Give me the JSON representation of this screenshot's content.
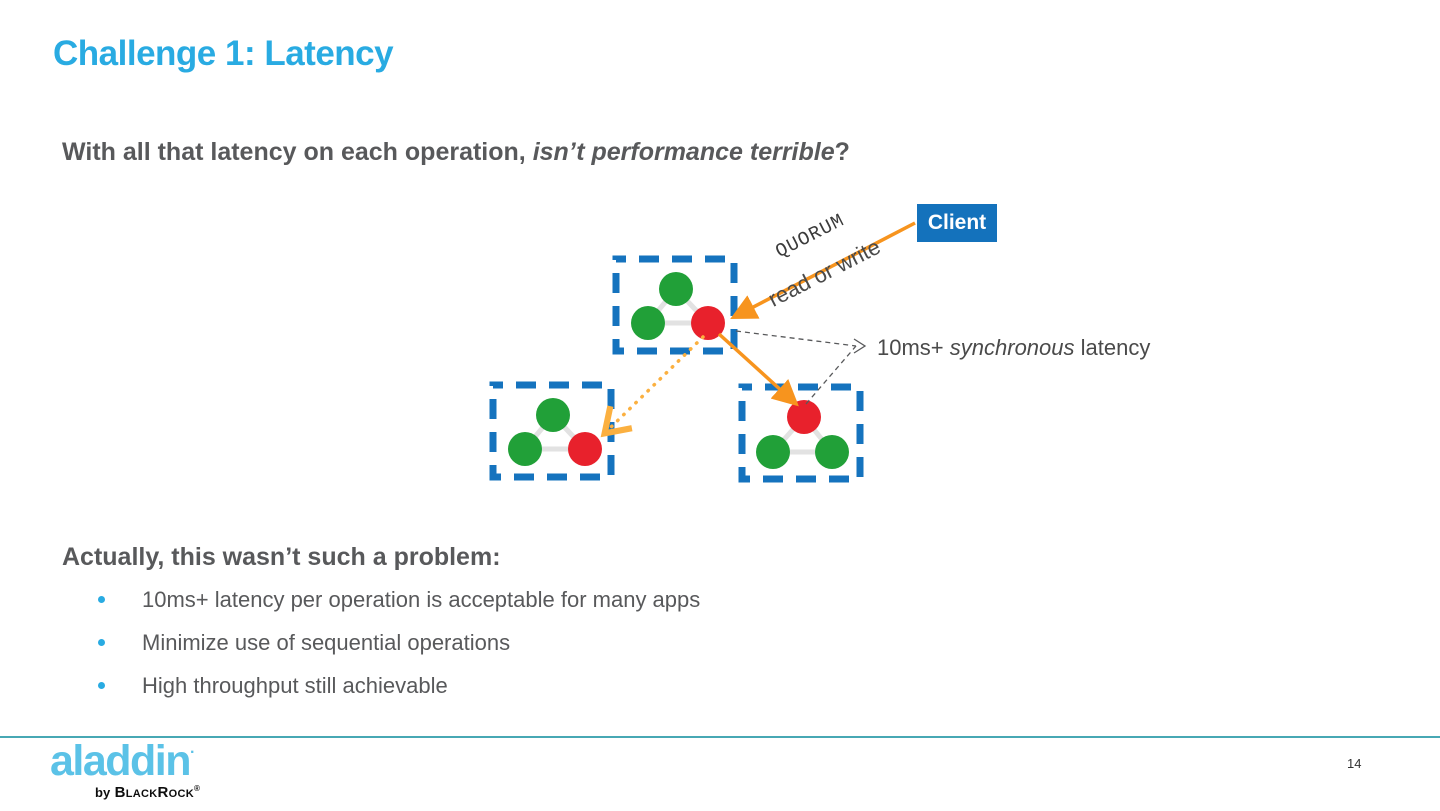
{
  "slide": {
    "title": "Challenge 1: Latency",
    "page_number": "14"
  },
  "subtitle": {
    "prefix": "With all that latency on each operation, ",
    "italic": "isn’t performance terrible",
    "suffix": "?"
  },
  "diagram": {
    "client_label": "Client",
    "edge_labels": {
      "quorum": "QUORUM",
      "read_or_write": "read or write"
    },
    "annotation": {
      "prefix": "10ms+ ",
      "italic": "synchronous",
      "suffix": " latency"
    },
    "colors": {
      "cluster_border_blue": "#1573BE",
      "node_green": "#21A038",
      "node_red": "#E8212C",
      "arrow_orange": "#F7941E",
      "arrow_orange_light": "#FBB040",
      "leader_gray": "#58595B"
    },
    "clusters": [
      {
        "name": "replica-group-top",
        "nodes": [
          {
            "position": "top",
            "color": "#21A038"
          },
          {
            "position": "left",
            "color": "#21A038"
          },
          {
            "position": "right",
            "color": "#E8212C"
          }
        ]
      },
      {
        "name": "replica-group-bottom-left",
        "nodes": [
          {
            "position": "top",
            "color": "#21A038"
          },
          {
            "position": "left",
            "color": "#21A038"
          },
          {
            "position": "right",
            "color": "#E8212C"
          }
        ]
      },
      {
        "name": "replica-group-bottom-right",
        "nodes": [
          {
            "position": "top",
            "color": "#E8212C"
          },
          {
            "position": "left",
            "color": "#21A038"
          },
          {
            "position": "right",
            "color": "#21A038"
          }
        ]
      }
    ]
  },
  "body": {
    "heading": "Actually, this wasn’t such a problem:",
    "bullets": [
      "10ms+ latency per operation is acceptable for many apps",
      "Minimize use of sequential operations",
      "High throughput still achievable"
    ]
  },
  "footer": {
    "logo_text": "aladdin",
    "logo_mark": "·",
    "by_label": "by",
    "brand": "BlackRock",
    "reg_mark": "®"
  },
  "theme": {
    "title_color": "#29ABE2",
    "text_color": "#58595B",
    "client_bg": "#1472BC",
    "bullet_color": "#29ABE2",
    "footer_line_color": "#47A8B4",
    "logo_color": "#5BC2E7"
  }
}
